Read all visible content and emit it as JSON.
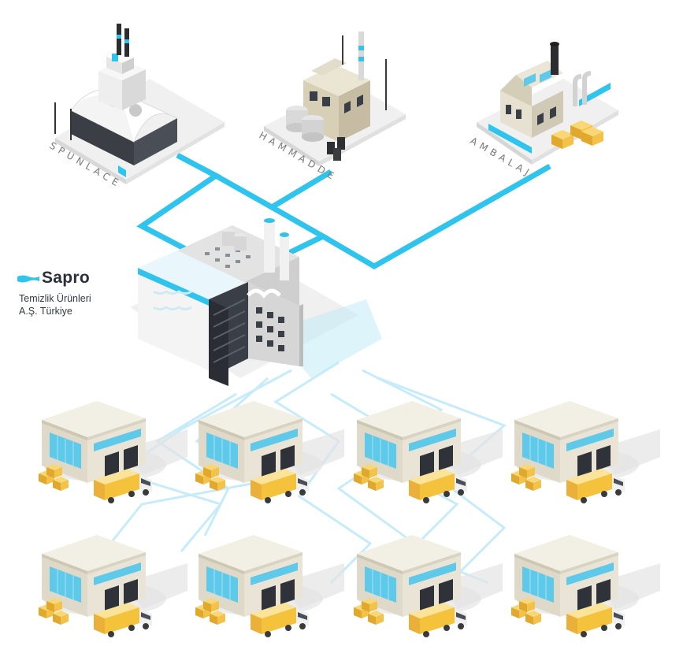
{
  "brand": {
    "name": "Sapro",
    "subtitle_line1": "Temizlik Ürünleri",
    "subtitle_line2": "A.Ş. Türkiye"
  },
  "facilities": [
    {
      "id": "spunlace",
      "label": "SPUNLACE"
    },
    {
      "id": "hammadde",
      "label": "HAMMADDE"
    },
    {
      "id": "ambalaj",
      "label": "AMBALAJ"
    }
  ],
  "colors": {
    "network_main": "#2ec4ee",
    "network_light": "#c6ecf9",
    "building_wall": "#e7e2d2",
    "building_roof": "#f1eee3",
    "glass": "#5fc9ea",
    "truck_cargo": "#f5c23c",
    "crate": "#f2c24a"
  },
  "warehouse_count": 8
}
